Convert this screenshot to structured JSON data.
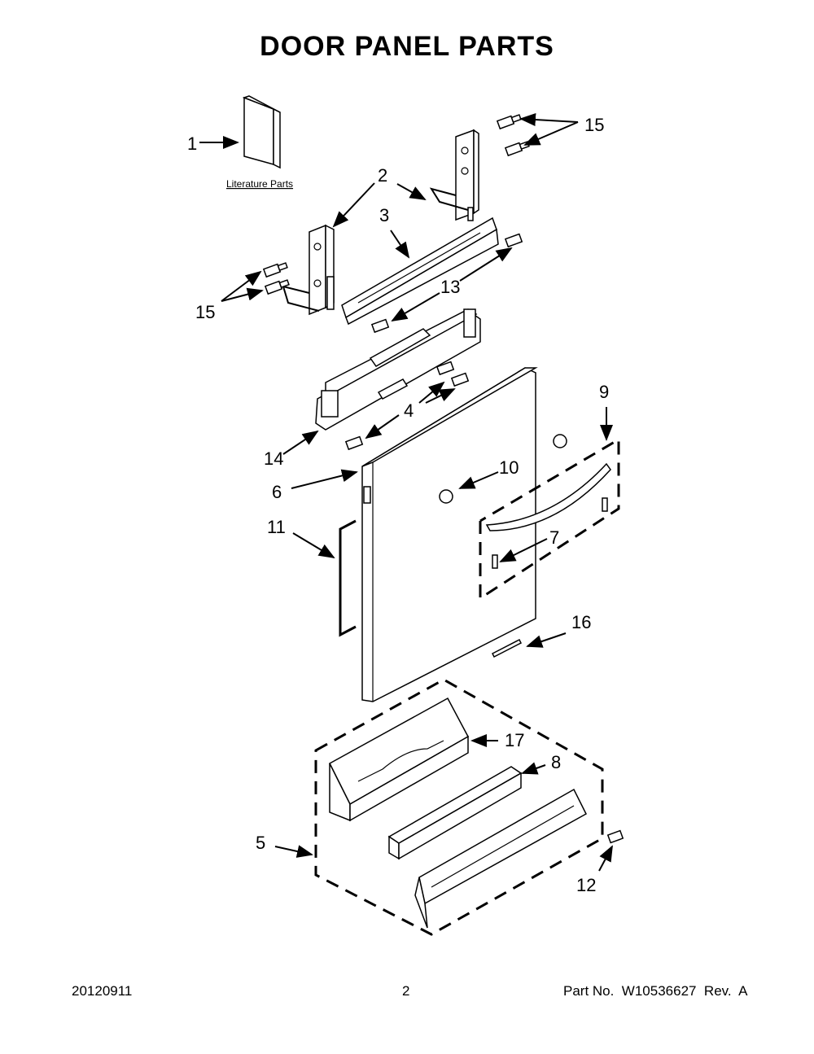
{
  "title": "DOOR PANEL PARTS",
  "literature_label": "Literature Parts",
  "callouts": {
    "c1": "1",
    "c2": "2",
    "c3": "3",
    "c4": "4",
    "c5": "5",
    "c6": "6",
    "c7": "7",
    "c8": "8",
    "c9": "9",
    "c10": "10",
    "c11": "11",
    "c12": "12",
    "c13": "13",
    "c14": "14",
    "c15a": "15",
    "c15b": "15",
    "c16": "16",
    "c17": "17"
  },
  "footer": {
    "date": "20120911",
    "page": "2",
    "part_no": "Part No.  W10536627  Rev.  A"
  }
}
